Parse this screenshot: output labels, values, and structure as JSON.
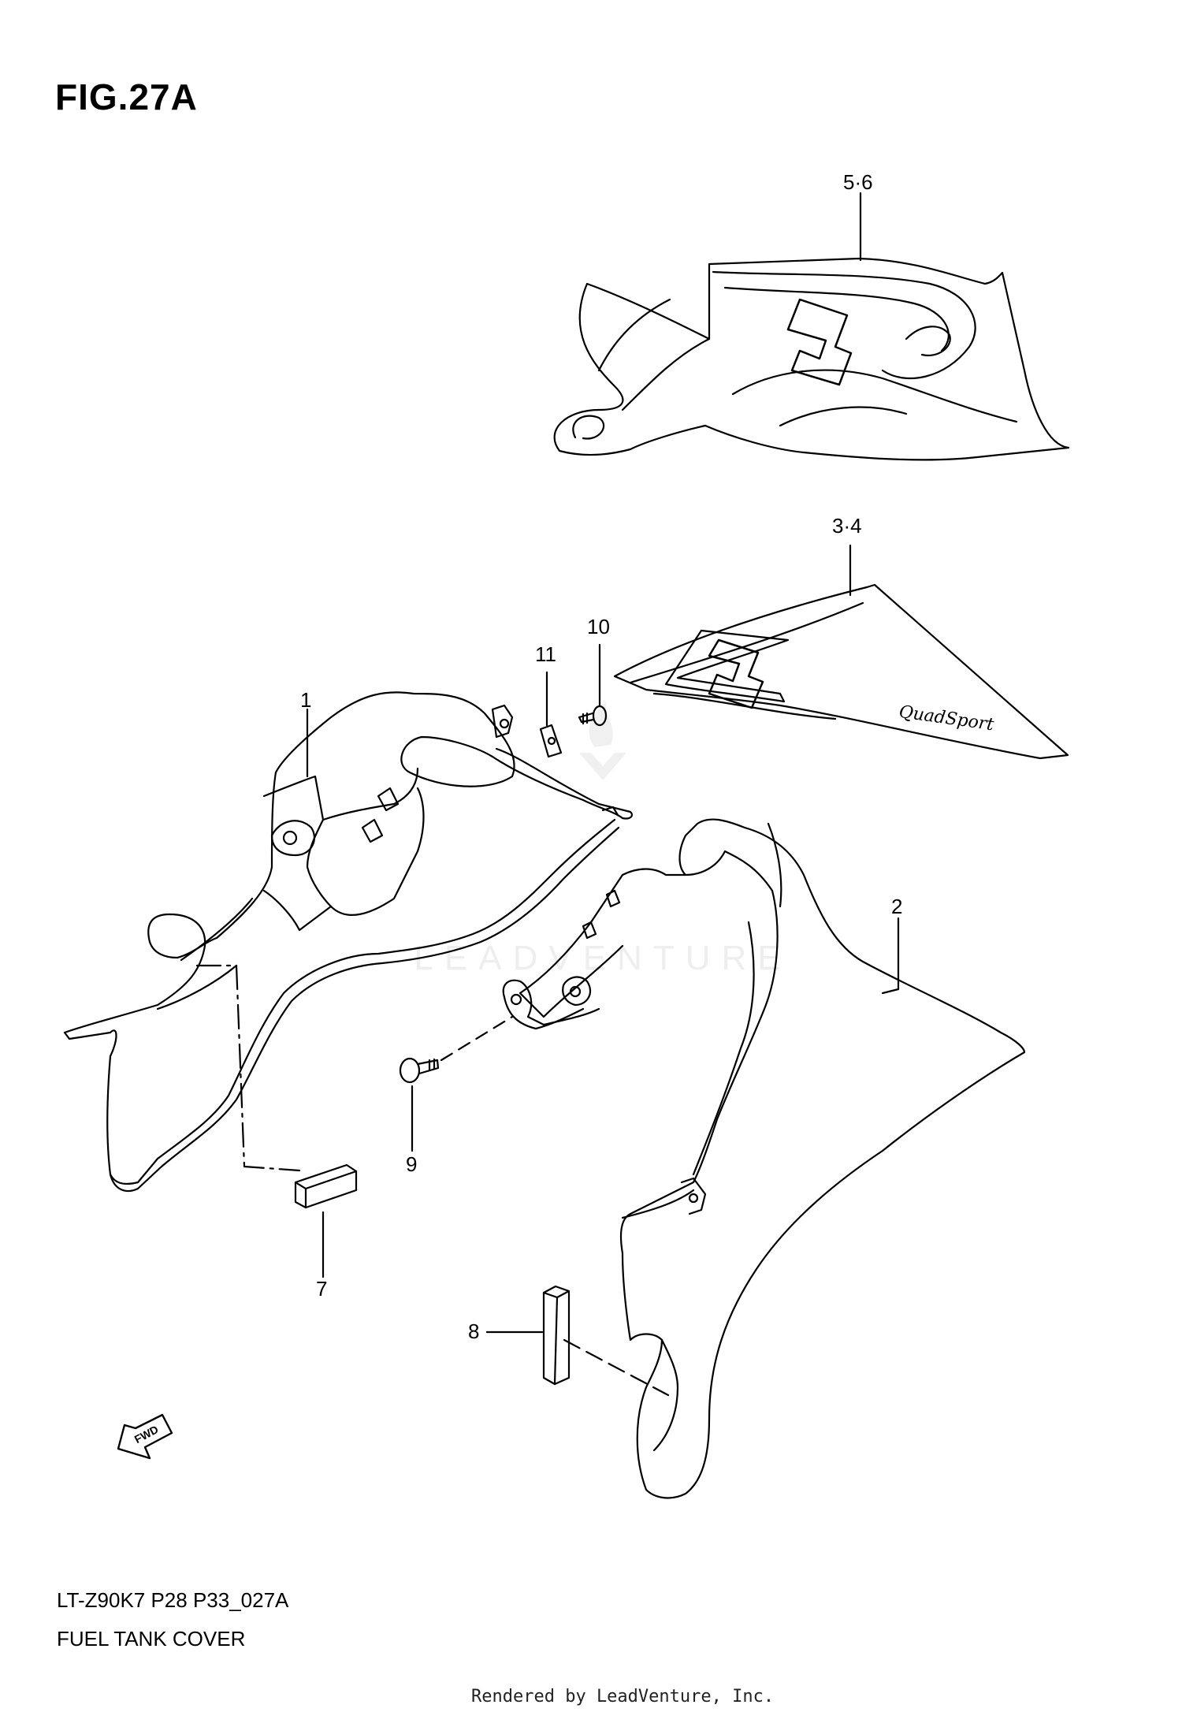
{
  "figure": {
    "title": "FIG.27A"
  },
  "callouts": [
    {
      "id": "c56",
      "label": "5·6"
    },
    {
      "id": "c34",
      "label": "3·4"
    },
    {
      "id": "c10",
      "label": "10"
    },
    {
      "id": "c11",
      "label": "11"
    },
    {
      "id": "c1",
      "label": "1"
    },
    {
      "id": "c2",
      "label": "2"
    },
    {
      "id": "c9",
      "label": "9"
    },
    {
      "id": "c7",
      "label": "7"
    },
    {
      "id": "c8",
      "label": "8"
    }
  ],
  "decal_text": {
    "brand_script": "QuadSport",
    "fwd_arrow": "FWD"
  },
  "watermark": {
    "text": "LEADVENTURE"
  },
  "info": {
    "model_code": "LT-Z90K7 P28 P33_027A",
    "section_name": "FUEL TANK COVER"
  },
  "footer": {
    "rendered_by": "Rendered by LeadVenture, Inc."
  }
}
